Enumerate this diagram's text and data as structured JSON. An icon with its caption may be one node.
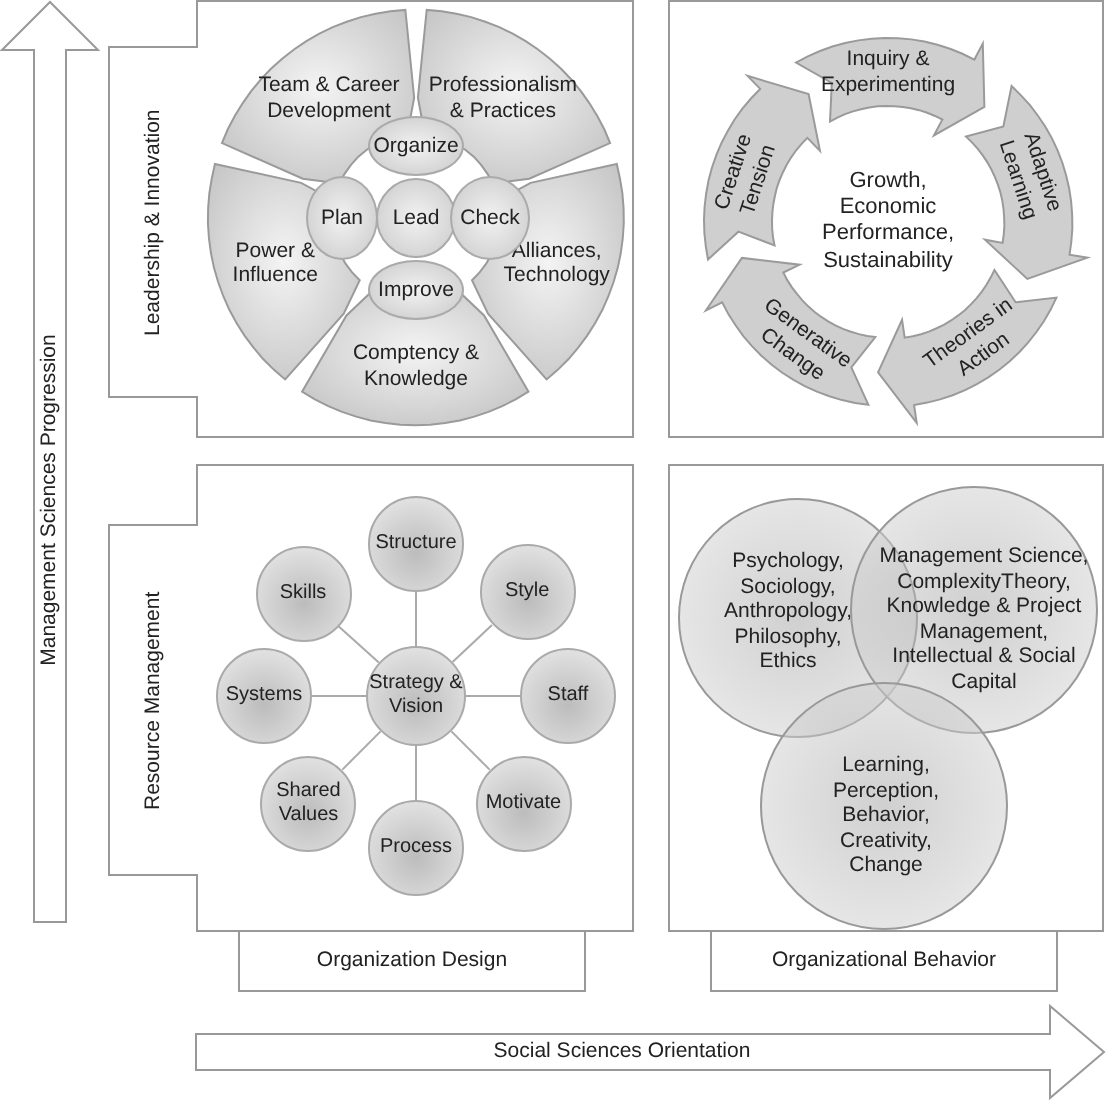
{
  "diagram": {
    "nodes": [
      {
        "text": [],
        "shape": "box"
      },
      {
        "text": [
          "Team & Career Development"
        ],
        "in": 0
      },
      {
        "text": [
          "Professionalism & Practices"
        ],
        "in": 0
      },
      {
        "text": [
          "Organize"
        ],
        "in": 0
      },
      {
        "text": [
          "Plan"
        ],
        "in": 0
      },
      {
        "text": [
          "Lead"
        ],
        "in": 0
      },
      {
        "text": [
          "Check"
        ],
        "in": 0
      },
      {
        "text": [
          "Power & Influence"
        ],
        "in": 0
      },
      {
        "text": [
          "Alliances, Technology"
        ],
        "in": 0
      },
      {
        "text": [
          "Improve"
        ],
        "in": 0
      },
      {
        "text": [
          "Comptency & Knowledge"
        ],
        "in": 0
      },
      {
        "text": [],
        "shape": "box"
      },
      {
        "text": [
          "Inquiry & Experimenting"
        ],
        "in": 11
      },
      {
        "text": [
          "Creative Tension"
        ],
        "in": 11
      },
      {
        "text": [
          "Adaptive Learning"
        ],
        "in": 11
      },
      {
        "text": [
          "Generative Change"
        ],
        "in": 11
      },
      {
        "text": [
          "Theories in Action"
        ],
        "in": 11
      },
      {
        "text": [],
        "shape": "box"
      },
      {
        "text": [
          "Structure"
        ],
        "in": 17
      },
      {
        "text": [
          "Skills"
        ],
        "in": 17
      },
      {
        "text": [
          "Style"
        ],
        "in": 17
      },
      {
        "text": [
          "Systems"
        ],
        "in": 17
      },
      {
        "text": [
          "Strategy & Vision"
        ],
        "in": 17
      },
      {
        "text": [
          "Staff"
        ],
        "in": 17
      },
      {
        "text": [
          "Shared Values"
        ],
        "in": 17
      },
      {
        "text": [
          "Motivate"
        ],
        "in": 17
      },
      {
        "text": [
          "Process"
        ],
        "in": 17
      },
      {
        "text": [],
        "shape": "box"
      },
      {
        "text": [
          "Psychology, Sociology, Anthropology, Philosophy, Ethics"
        ],
        "in": 27
      },
      {
        "text": [
          "Management Science, ComplexityTheory, Knowledge & Project Management, Intellectual & Social Capital"
        ],
        "in": 27
      },
      {
        "text": [
          "Learning, Perception, Behavior, Creativity, Change"
        ],
        "in": 27
      },
      {
        "text": [
          "Management Sciences Progression"
        ]
      },
      {
        "text": [
          "Leadership & Innovation"
        ]
      },
      {
        "text": [
          "Resource Management"
        ]
      },
      {
        "text": [
          "Organization Design"
        ]
      },
      {
        "text": [
          "Organizational Behavior"
        ]
      },
      {
        "text": [
          "Social Sciences Orientation"
        ]
      }
    ],
    "edges": [
      {
        "from": 22,
        "to": 18,
        "arrow": "none"
      },
      {
        "from": 22,
        "to": 20,
        "arrow": "none"
      },
      {
        "from": 22,
        "to": 23,
        "arrow": "none"
      },
      {
        "from": 22,
        "to": 25,
        "arrow": "none"
      },
      {
        "from": 22,
        "to": 26,
        "arrow": "none"
      },
      {
        "from": 22,
        "to": 24,
        "arrow": "none"
      },
      {
        "from": 22,
        "to": 21,
        "arrow": "none"
      },
      {
        "from": 22,
        "to": 19,
        "arrow": "none"
      }
    ],
    "labels": [
      "Growth, Economic Performance, Sustainability"
    ]
  }
}
